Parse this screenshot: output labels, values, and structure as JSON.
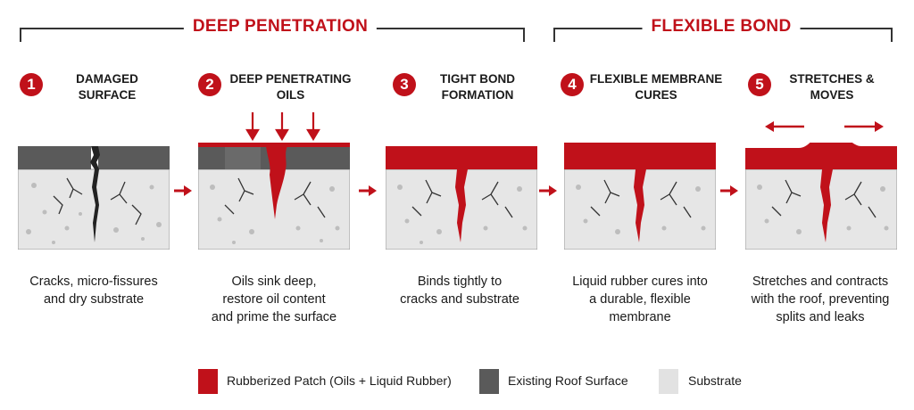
{
  "phases": [
    {
      "title": "DEEP PENETRATION"
    },
    {
      "title": "FLEXIBLE BOND"
    }
  ],
  "steps": [
    {
      "number": "1",
      "title_line1": "DAMAGED",
      "title_line2": "SURFACE",
      "desc": [
        "Cracks, micro-fissures",
        "and dry substrate"
      ]
    },
    {
      "number": "2",
      "title_line1": "DEEP PENETRATING",
      "title_line2": "OILS",
      "desc": [
        "Oils sink deep,",
        "restore oil content",
        "and prime the surface"
      ]
    },
    {
      "number": "3",
      "title_line1": "TIGHT BOND",
      "title_line2": "FORMATION",
      "desc": [
        "Binds tightly to",
        "cracks and substrate"
      ]
    },
    {
      "number": "4",
      "title_line1": "FLEXIBLE MEMBRANE",
      "title_line2": "CURES",
      "desc": [
        "Liquid rubber cures into",
        "a durable, flexible",
        "membrane"
      ]
    },
    {
      "number": "5",
      "title_line1": "STRETCHES &",
      "title_line2": "MOVES",
      "desc": [
        "Stretches and contracts",
        "with the roof, preventing",
        "splits and leaks"
      ]
    }
  ],
  "legend": [
    {
      "label": "Rubberized Patch (Oils + Liquid Rubber)",
      "color": "#c0111a"
    },
    {
      "label": "Existing Roof Surface",
      "color": "#5a5a5a"
    },
    {
      "label": "Substrate",
      "color": "#e2e2e2"
    }
  ],
  "colors": {
    "accent": "#c0111a",
    "roof": "#5a5a5a",
    "substrate": "#e6e6e6",
    "crack": "#222222"
  },
  "icons": {
    "arrow": "arrow-right-icon",
    "down_arrow": "arrow-down-icon",
    "stretch_arrow": "double-arrow-icon"
  }
}
